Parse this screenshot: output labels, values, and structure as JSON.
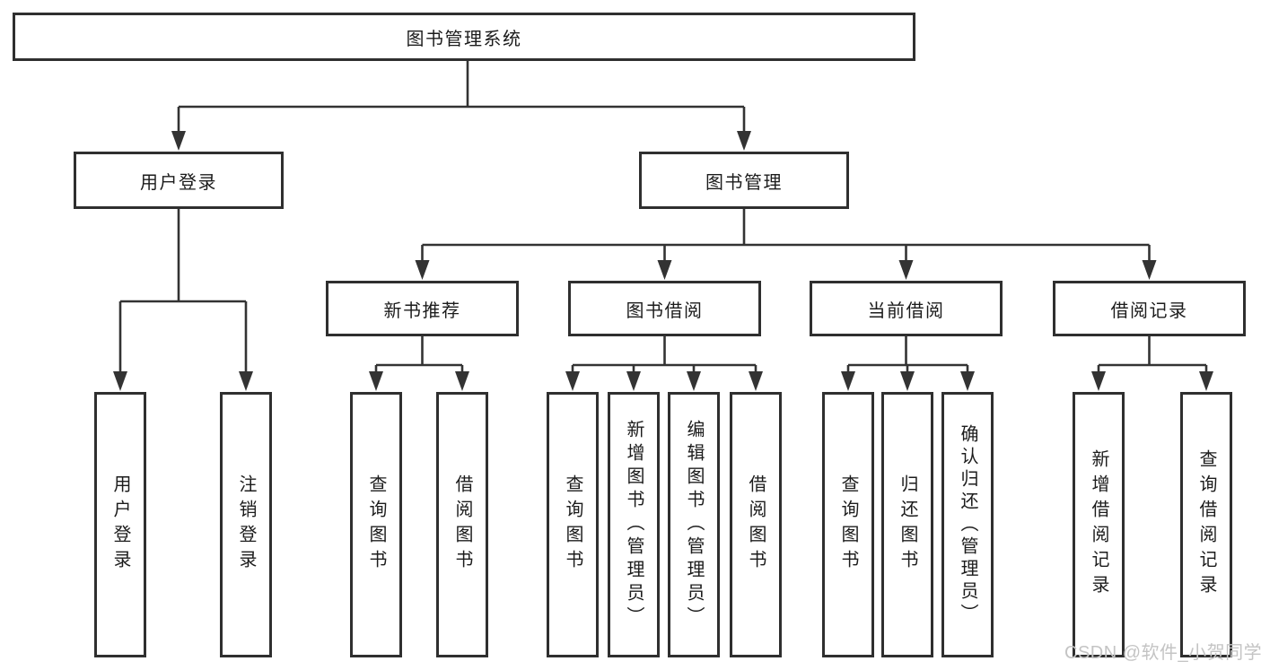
{
  "nodes": {
    "root": "图书管理系统",
    "user_login": "用户登录",
    "book_mgmt": "图书管理",
    "new_book_rec": "新书推荐",
    "book_borrow": "图书借阅",
    "current_borrow": "当前借阅",
    "borrow_record": "借阅记录",
    "ul_login": "用户登录",
    "ul_logout": "注销登录",
    "nr_query": "查询图书",
    "nr_borrow": "借阅图书",
    "bb_query": "查询图书",
    "bb_add": "新增图书（管理员）",
    "bb_edit": "编辑图书（管理员）",
    "bb_borrow": "借阅图书",
    "cb_query": "查询图书",
    "cb_return": "归还图书",
    "cb_confirm": "确认归还（管理员）",
    "br_add": "新增借阅记录",
    "br_query": "查询借阅记录"
  },
  "watermark": "CSDN @软件_小贺同学",
  "colors": {
    "line": "#333333",
    "box_border": "#2f2f2f",
    "text": "#1c1c1c",
    "background": "#ffffff",
    "watermark": "#c4c4c4"
  }
}
